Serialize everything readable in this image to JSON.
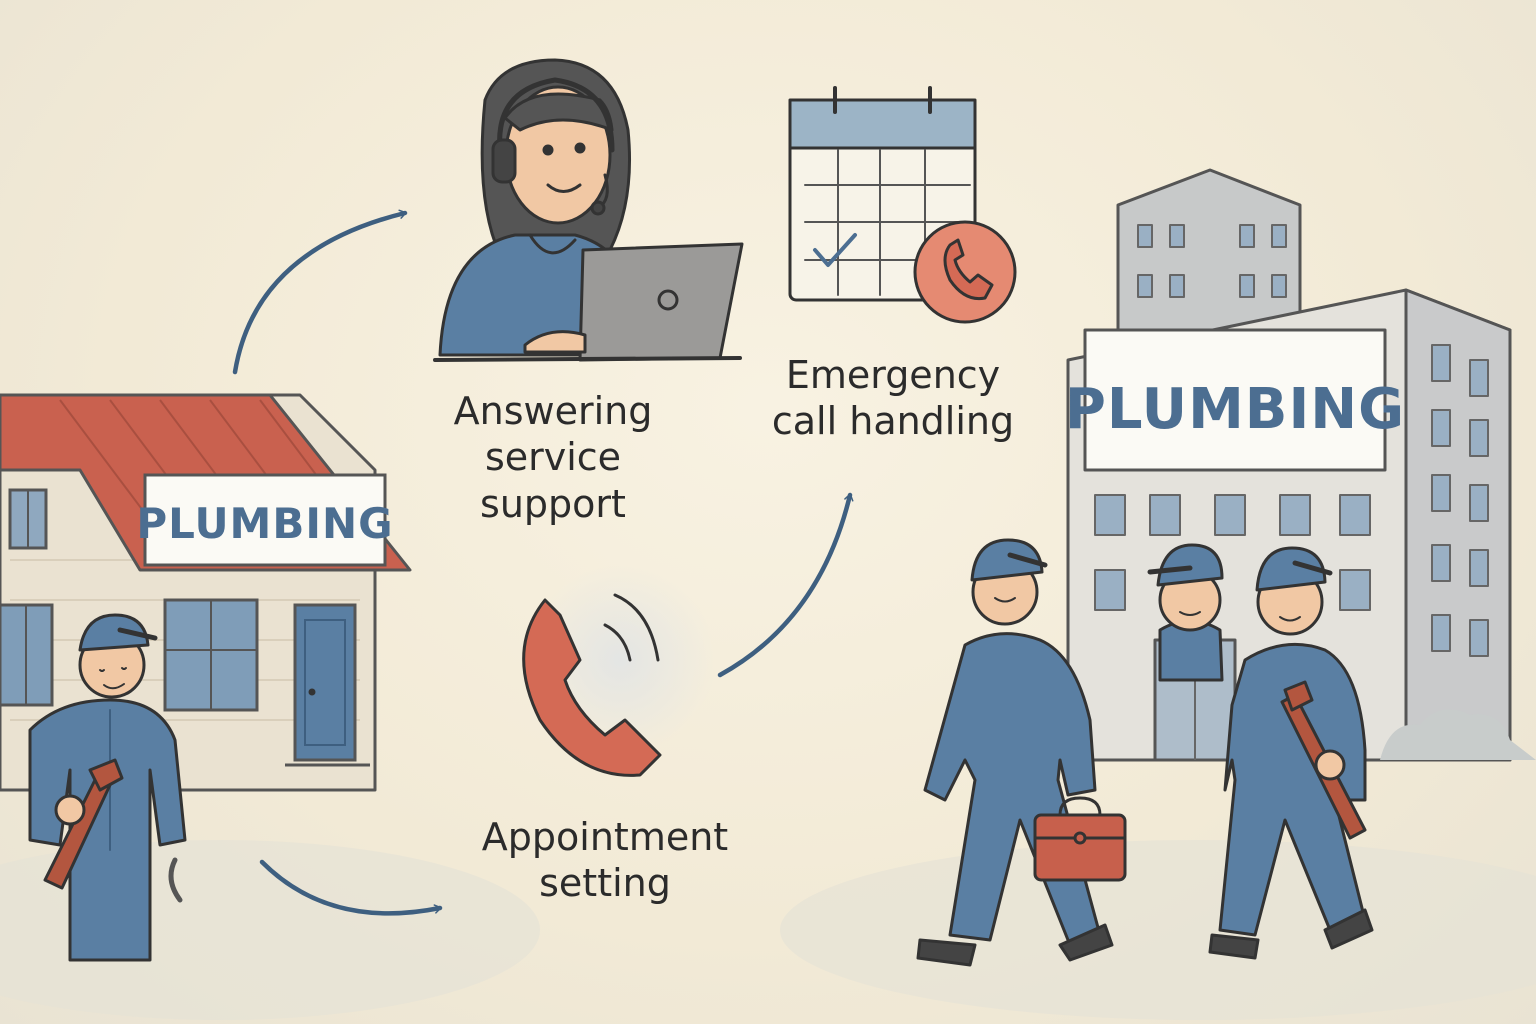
{
  "steps": {
    "answering": {
      "label": "Answering\nservice\nsupport",
      "icon": "call-agent-with-laptop"
    },
    "emergency": {
      "label": "Emergency\ncall handling",
      "icon": "calendar-with-phone"
    },
    "appointment": {
      "label": "Appointment\nsetting",
      "icon": "ringing-phone"
    }
  },
  "left_business": {
    "sign": "PLUMBING"
  },
  "right_business": {
    "sign": "PLUMBING"
  },
  "colors": {
    "blue": "#5a7fa3",
    "dark_blue": "#3e5f80",
    "red": "#d46a55",
    "paper": "#f5eedc",
    "ink": "#333333"
  }
}
